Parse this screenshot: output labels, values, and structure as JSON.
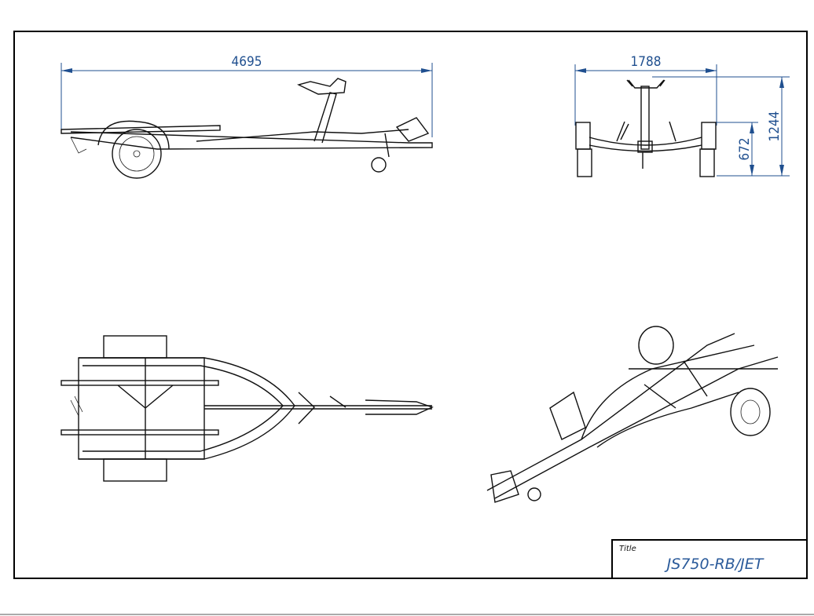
{
  "drawing": {
    "dimensions": {
      "side_length": "4695",
      "front_width": "1788",
      "front_height": "1244",
      "front_bed_height": "672"
    },
    "title_block": {
      "label": "Title",
      "title": "JS750-RB/JET"
    },
    "colors": {
      "dimension": "#1f4f8f",
      "line": "#111111"
    }
  }
}
